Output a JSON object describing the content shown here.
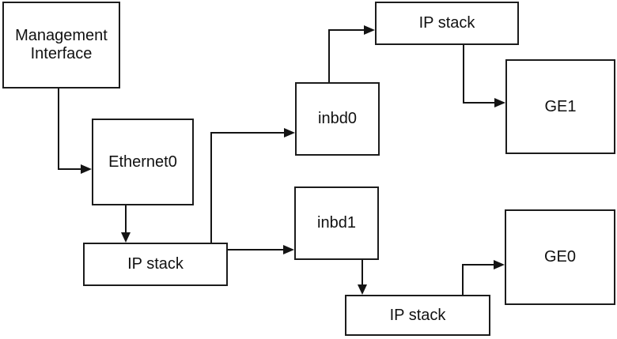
{
  "diagram": {
    "type": "block-diagram",
    "description": "Management interface packet flow between Ethernet/inband interfaces, IP stacks and GE ports",
    "nodes": {
      "management_interface": {
        "label": "Management Interface"
      },
      "ethernet0": {
        "label": "Ethernet0"
      },
      "ip_stack_left": {
        "label": "IP stack"
      },
      "inbd0": {
        "label": "inbd0"
      },
      "inbd1": {
        "label": "inbd1"
      },
      "ip_stack_top": {
        "label": "IP stack"
      },
      "ip_stack_bottom": {
        "label": "IP stack"
      },
      "ge1": {
        "label": "GE1"
      },
      "ge0": {
        "label": "GE0"
      }
    },
    "edges": [
      {
        "from": "management_interface",
        "to": "ethernet0",
        "style": "elbow-down-right"
      },
      {
        "from": "ethernet0",
        "to": "ip_stack_left",
        "style": "straight-down"
      },
      {
        "from": "ip_stack_left",
        "to": "inbd0",
        "style": "elbow-up-right"
      },
      {
        "from": "ip_stack_left",
        "to": "inbd1",
        "style": "straight-right"
      },
      {
        "from": "inbd0",
        "to": "ip_stack_top",
        "style": "elbow-up-right"
      },
      {
        "from": "ip_stack_top",
        "to": "ge1",
        "style": "elbow-down-right"
      },
      {
        "from": "inbd1",
        "to": "ip_stack_bottom",
        "style": "straight-down"
      },
      {
        "from": "ip_stack_bottom",
        "to": "ge0",
        "style": "elbow-up-right"
      }
    ],
    "colors": {
      "background": "#ffffff",
      "box_fill": "#ffffff",
      "box_border": "#1c1c1c",
      "line": "#141414",
      "text": "#111111"
    }
  }
}
